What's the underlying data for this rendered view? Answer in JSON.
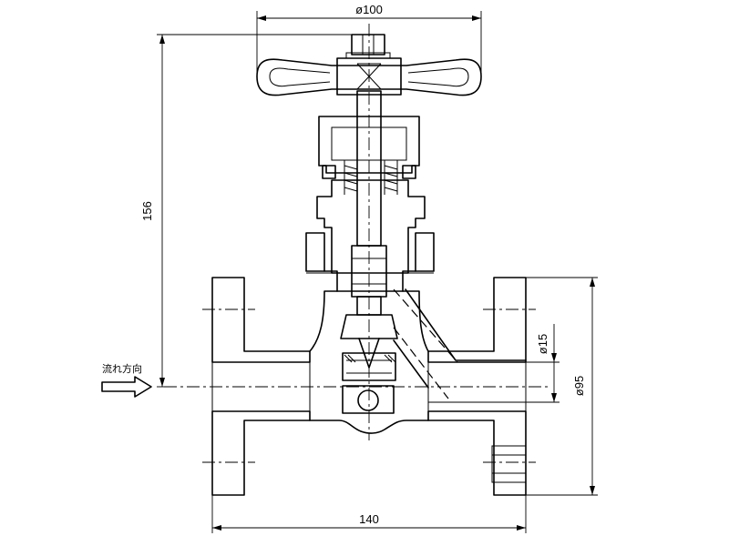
{
  "dimensions": {
    "handwheel_diameter": "ø100",
    "height": "156",
    "port_diameter": "ø15",
    "flange_diameter": "ø95",
    "face_to_face": "140"
  },
  "flow_direction_label": "流れ方向"
}
